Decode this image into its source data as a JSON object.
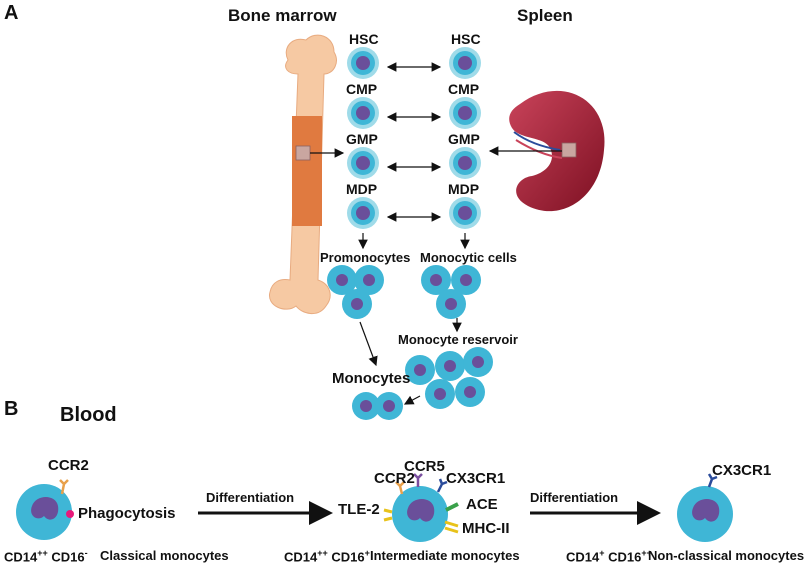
{
  "panels": {
    "a": "A",
    "b": "B"
  },
  "sections": {
    "bone_marrow": "Bone marrow",
    "spleen": "Spleen",
    "blood": "Blood"
  },
  "cells": {
    "marrow": [
      "HSC",
      "CMP",
      "GMP",
      "MDP"
    ],
    "spleen": [
      "HSC",
      "CMP",
      "GMP",
      "MDP"
    ]
  },
  "labels": {
    "promonocytes": "Promonocytes",
    "monocytic_cells": "Monocytic cells",
    "monocyte_reservoir": "Monocyte reservoir",
    "monocytes": "Monocytes"
  },
  "blood": {
    "classical": {
      "receptor": "CCR2",
      "function": "Phagocytosis",
      "marker1": "CD14",
      "marker1_sup": "++",
      "marker2": "CD16",
      "marker2_sup": "-",
      "name": "Classical monocytes"
    },
    "arrow1": "Differentiation",
    "intermediate": {
      "ccr2": "CCR2",
      "ccr5": "CCR5",
      "cx3cr1": "CX3CR1",
      "tle2": "TLE-2",
      "ace": "ACE",
      "mhc": "MHC-II",
      "marker1": "CD14",
      "marker1_sup": "++",
      "marker2": "CD16",
      "marker2_sup": "+",
      "name": "Intermediate monocytes"
    },
    "arrow2": "Differentiation",
    "nonclassical": {
      "receptor": "CX3CR1",
      "marker1": "CD14",
      "marker1_sup": "+",
      "marker2": "CD16",
      "marker2_sup": "++",
      "name": "Non-classical monocytes"
    }
  },
  "colors": {
    "cell_outer": "#3fb6d6",
    "cell_ring": "#9fdbe9",
    "nucleus": "#6a4f9a",
    "nucleus_light": "#9a86c4",
    "bone": "#f6c9a3",
    "marrow": "#e07a40",
    "spleen": "#9e1b2e",
    "pink_dot": "#e8197a",
    "ccr2": "#e8a04a",
    "ccr5": "#7b4fa0",
    "cx3cr1": "#2b4c9b",
    "ace": "#3aa14a",
    "mhc": "#e8c21a"
  }
}
